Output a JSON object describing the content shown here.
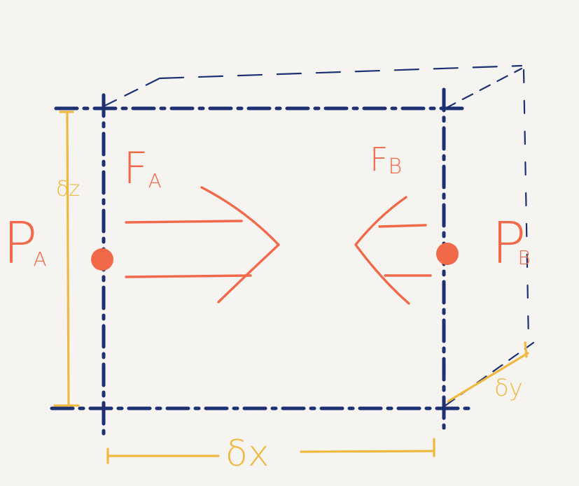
{
  "labels": {
    "force_a": {
      "main": "F",
      "sub": "A"
    },
    "force_b": {
      "main": "F",
      "sub": "B"
    },
    "pressure_a": {
      "main": "P",
      "sub": "A"
    },
    "pressure_b": {
      "main": "P",
      "sub": "B"
    },
    "delta_z": "δz",
    "delta_x": "δx",
    "delta_y": "δy"
  },
  "colors": {
    "background": "#f5f4f1",
    "cube_edges": "#1d3172",
    "forces": "#f2694a",
    "dimensions": "#efb840"
  }
}
